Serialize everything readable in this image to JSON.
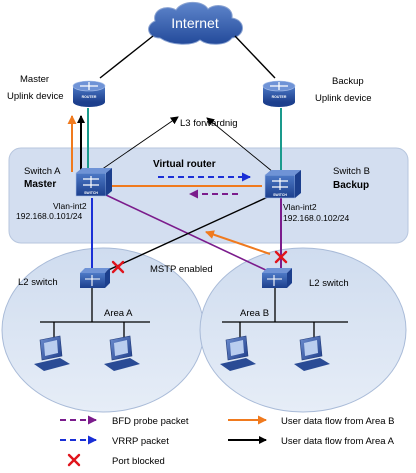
{
  "cloud": {
    "label": "Internet"
  },
  "master_router": {
    "label_line1": "Master",
    "label_line2": "Uplink device",
    "badge": "ROUTER"
  },
  "backup_router": {
    "label_line1": "Backup",
    "label_line2": "Uplink device",
    "badge": "ROUTER"
  },
  "l3_label": "L3 forwardnig",
  "switch_a": {
    "name": "Switch A",
    "role": "Master",
    "iface": "Vlan-int2",
    "ip": "192.168.0.101/24",
    "badge": "SWITCH"
  },
  "switch_b": {
    "name": "Switch B",
    "role": "Backup",
    "iface": "Vlan-int2",
    "ip": "192.168.0.102/24",
    "badge": "SWITCH"
  },
  "virtual_router": "Virtual router",
  "mstp": "MSTP enabled",
  "l2_left": {
    "label": "L2 switch",
    "area": "Area A"
  },
  "l2_right": {
    "label": "L2 switch",
    "area": "Area B"
  },
  "legend": {
    "bfd": "BFD probe packet",
    "vrrp": "VRRP packet",
    "blocked": "Port blocked",
    "flow_b": "User data flow from Area B",
    "flow_a": "User data flow from Area A"
  },
  "colors": {
    "bfd": "#7b1c8c",
    "vrrp": "#1a2fd6",
    "flow_b": "#f07a1e",
    "flow_a": "#000000",
    "blocked": "#e0141c",
    "teal": "#1a9a8c",
    "region": "#d4dff0",
    "area": "#dbe5f3"
  }
}
